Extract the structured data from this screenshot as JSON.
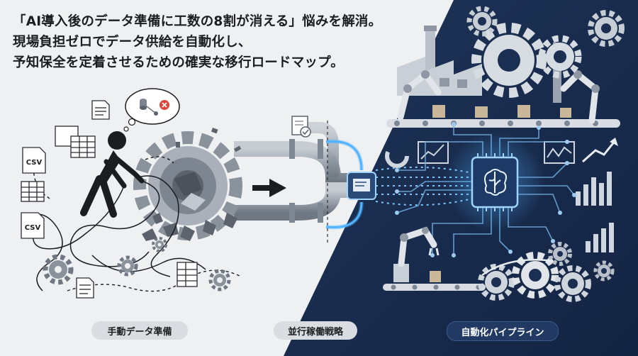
{
  "headline": {
    "line1": "「AI導入後のデータ準備に工数の8割が消える」悩みを解消。",
    "line2": "現場負担ゼロでデータ供給を自動化し、",
    "line3": "予知保全を定着させるための確実な移行ロードマップ。"
  },
  "labels": {
    "manual": "手動データ準備",
    "parallel": "並行稼働戦略",
    "automated": "自動化パイプライン"
  },
  "file_tags": {
    "csv_top": "CSV",
    "csv_bottom": "CSV"
  },
  "colors": {
    "dark_navy": "#1b2f52",
    "glow_blue": "#4fb3ff",
    "light_bg": "#eef0f2",
    "error_red": "#e0453a"
  }
}
